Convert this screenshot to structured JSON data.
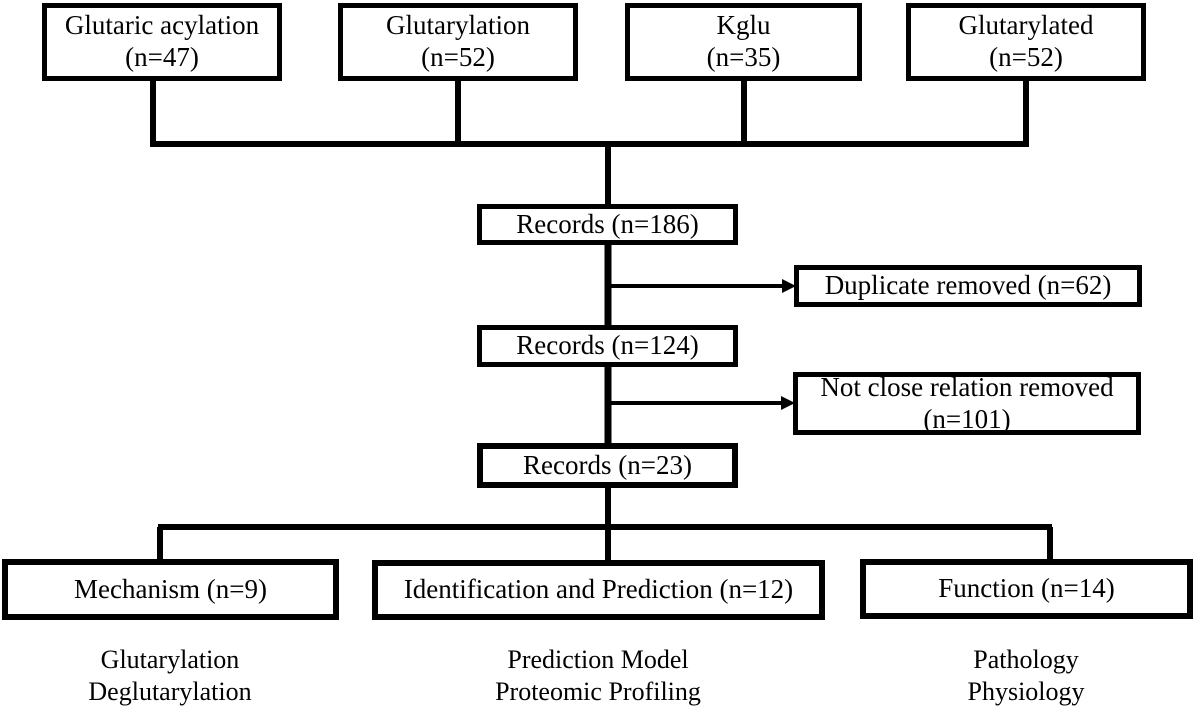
{
  "diagram": {
    "title": "Glutarylation literature screening flow diagram",
    "line_color": "#000000",
    "box_fill": "#ffffff",
    "background": "#ffffff"
  },
  "sources": [
    {
      "name": "glutaric-acylation",
      "label": "Glutaric acylation",
      "count": "(n=47)"
    },
    {
      "name": "glutarylation",
      "label": "Glutarylation",
      "count": "(n=52)"
    },
    {
      "name": "kglu",
      "label": "Kglu",
      "count": "(n=35)"
    },
    {
      "name": "glutarylated",
      "label": "Glutarylated",
      "count": "(n=52)"
    }
  ],
  "records": [
    {
      "name": "records-186",
      "label": "Records (n=186)"
    },
    {
      "name": "records-124",
      "label": "Records (n=124)"
    },
    {
      "name": "records-23",
      "label": "Records (n=23)"
    }
  ],
  "exclusions": [
    {
      "name": "duplicate-removed",
      "line1": "Duplicate removed (n=62)",
      "line2": ""
    },
    {
      "name": "not-close-relation-removed",
      "line1": "Not close relation removed",
      "line2": "(n=101)"
    }
  ],
  "outcomes": [
    {
      "name": "mechanism",
      "label": "Mechanism (n=9)"
    },
    {
      "name": "identification-and-prediction",
      "label": "Identification and Prediction (n=12)"
    },
    {
      "name": "function",
      "label": "Function (n=14)"
    }
  ],
  "captions": [
    {
      "name": "mechanism-caption",
      "line1": "Glutarylation",
      "line2": "Deglutarylation"
    },
    {
      "name": "identification-caption",
      "line1": "Prediction Model",
      "line2": "Proteomic Profiling"
    },
    {
      "name": "function-caption",
      "line1": "Pathology",
      "line2": "Physiology"
    }
  ],
  "chart_data": {
    "type": "diagram",
    "title": "Literature screening flow",
    "stages": [
      {
        "stage": "search",
        "items": [
          {
            "term": "Glutaric acylation",
            "n": 47
          },
          {
            "term": "Glutarylation",
            "n": 52
          },
          {
            "term": "Kglu",
            "n": 35
          },
          {
            "term": "Glutarylated",
            "n": 52
          }
        ]
      },
      {
        "stage": "identified",
        "label": "Records",
        "n": 186
      },
      {
        "stage": "excluded",
        "label": "Duplicate removed",
        "n": 62
      },
      {
        "stage": "after-dedup",
        "label": "Records",
        "n": 124
      },
      {
        "stage": "excluded",
        "label": "Not close relation removed",
        "n": 101
      },
      {
        "stage": "included",
        "label": "Records",
        "n": 23
      },
      {
        "stage": "categories",
        "items": [
          {
            "term": "Mechanism",
            "n": 9,
            "topics": [
              "Glutarylation",
              "Deglutarylation"
            ]
          },
          {
            "term": "Identification and Prediction",
            "n": 12,
            "topics": [
              "Prediction Model",
              "Proteomic Profiling"
            ]
          },
          {
            "term": "Function",
            "n": 14,
            "topics": [
              "Pathology",
              "Physiology"
            ]
          }
        ]
      }
    ]
  }
}
